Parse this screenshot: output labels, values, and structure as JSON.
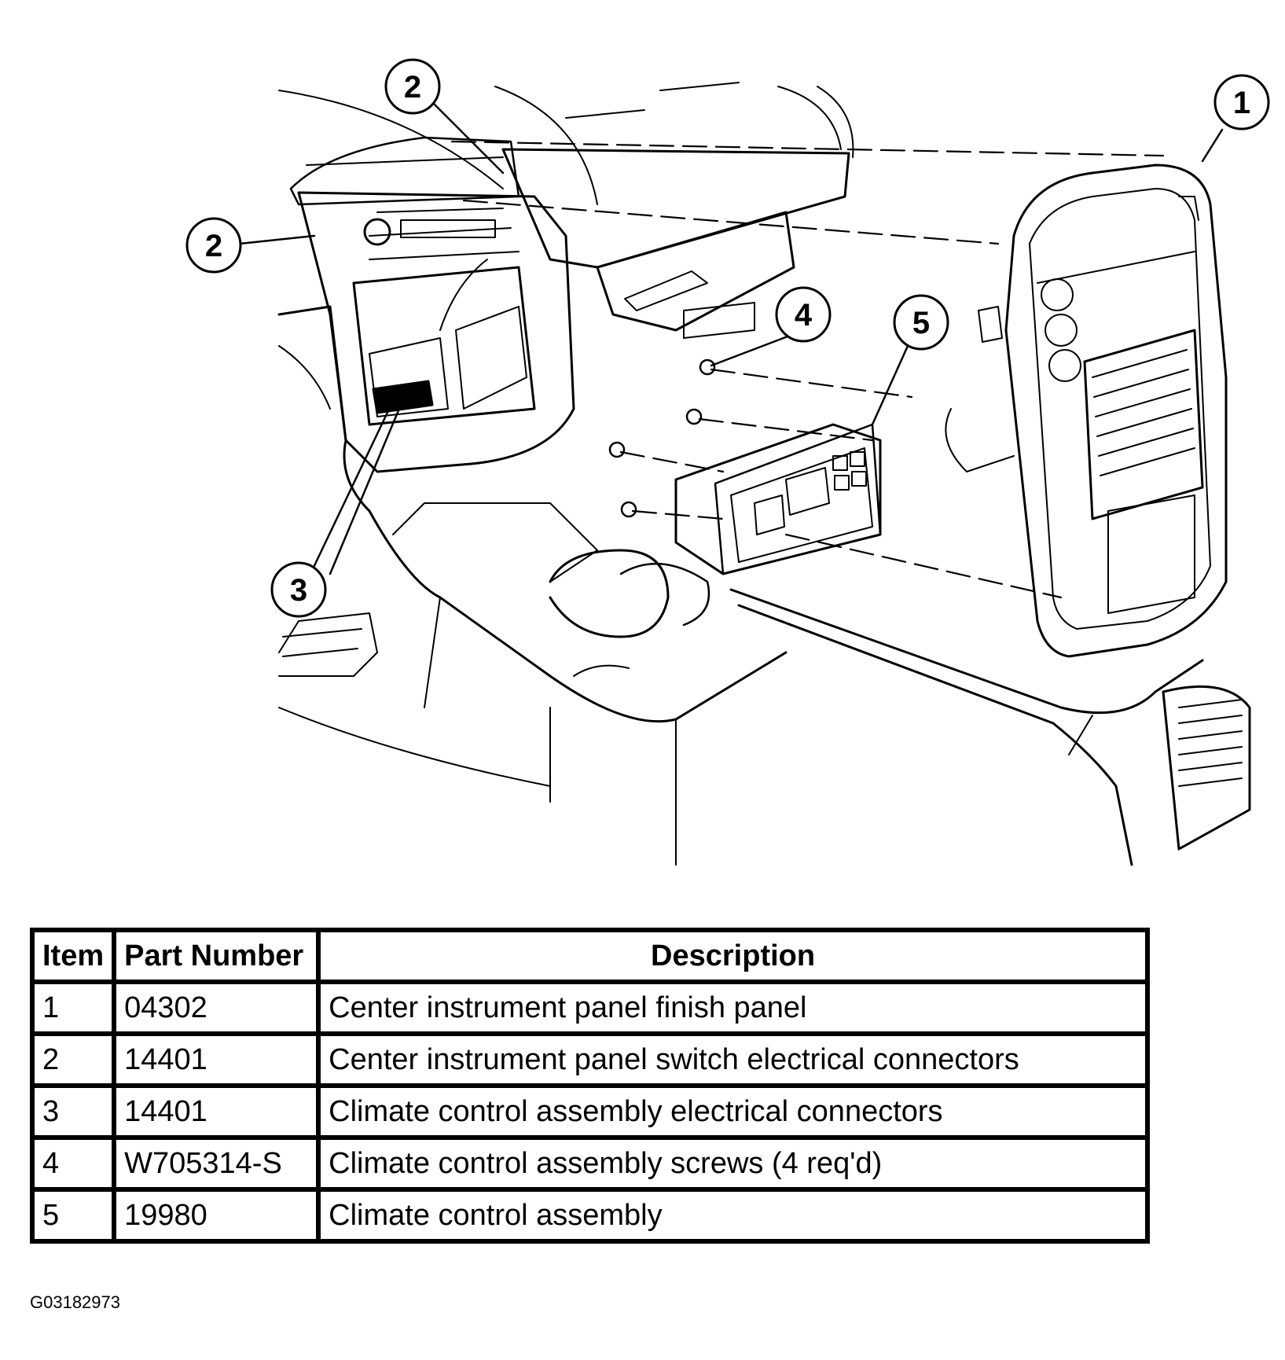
{
  "callouts": [
    {
      "label": "1"
    },
    {
      "label": "2"
    },
    {
      "label": "2"
    },
    {
      "label": "3"
    },
    {
      "label": "4"
    },
    {
      "label": "5"
    }
  ],
  "table": {
    "headers": [
      "Item",
      "Part Number",
      "Description"
    ],
    "rows": [
      [
        "1",
        "04302",
        "Center instrument panel finish panel"
      ],
      [
        "2",
        "14401",
        "Center instrument panel switch electrical connectors"
      ],
      [
        "3",
        "14401",
        "Climate control assembly electrical connectors"
      ],
      [
        "4",
        "W705314-S",
        "Climate control assembly screws (4 req'd)"
      ],
      [
        "5",
        "19980",
        "Climate control assembly"
      ]
    ]
  },
  "figure_id": "G03182973"
}
